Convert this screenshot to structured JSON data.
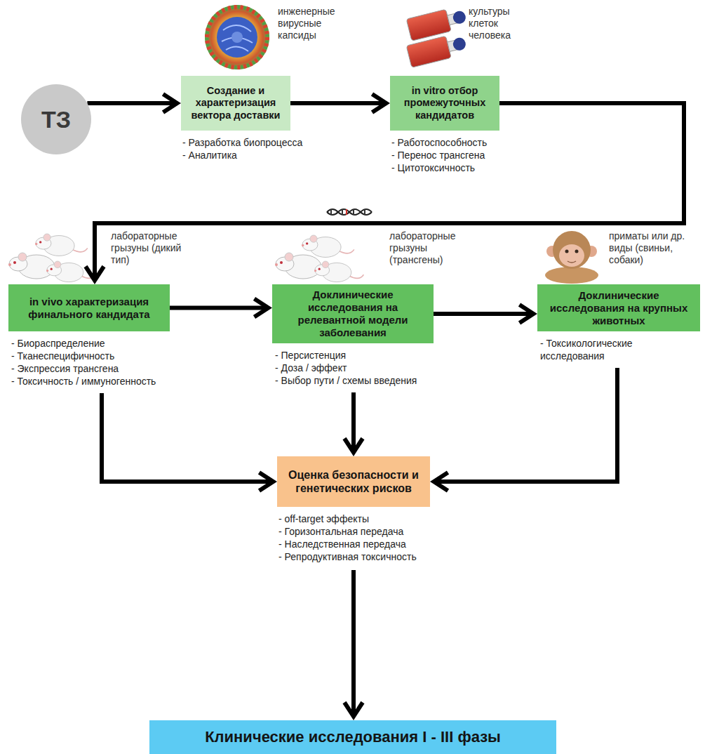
{
  "diagram": {
    "nodes": [
      {
        "text": [
          "ТЗ"
        ]
      },
      {
        "text": [
          "Создание и характеризация вектора доставки",
          "- Разработка биопроцесса",
          "- Аналитика"
        ]
      },
      {
        "text": [
          "in vitro отбор промежуточных кандидатов",
          "- Работоспособность",
          "- Перенос трансгена",
          "- Цитотоксичность"
        ]
      },
      {
        "text": [
          "in vivo характеризация финального кандидата",
          "- Биораспределение",
          "- Тканеспецифичность",
          "- Экспрессия трансгена",
          "- Токсичность / иммуногенность"
        ]
      },
      {
        "text": [
          "Доклинические исследования на релевантной модели заболевания",
          "- Персистенция",
          "- Доза / эффект",
          "- Выбор пути / схемы введения"
        ]
      },
      {
        "text": [
          "Доклинические исследования на крупных животных",
          "- Токсикологические исследования"
        ]
      },
      {
        "text": [
          "Оценка безопасности и генетических рисков",
          "- off-target эффекты",
          "- Горизонтальная передача",
          "- Наследственная передача",
          "- Репродуктивная токсичность"
        ]
      },
      {
        "text": [
          "Клинические исследования I - III фазы"
        ]
      }
    ],
    "edges": [
      {
        "from": 0,
        "to": 1,
        "arrow": "to"
      },
      {
        "from": 1,
        "to": 2,
        "arrow": "to"
      },
      {
        "from": 2,
        "to": 3,
        "arrow": "to"
      },
      {
        "from": 3,
        "to": 4,
        "arrow": "to"
      },
      {
        "from": 4,
        "to": 5,
        "arrow": "to"
      },
      {
        "from": 3,
        "to": 6,
        "arrow": "to"
      },
      {
        "from": 4,
        "to": 6,
        "arrow": "to"
      },
      {
        "from": 5,
        "to": 6,
        "arrow": "to"
      },
      {
        "from": 6,
        "to": 7,
        "arrow": "to"
      }
    ],
    "labels": [
      "инженерные вирусные капсиды",
      "культуры клеток человека",
      "лабораторные грызуны (дикий тип)",
      "лабораторные грызуны (трансгены)",
      "приматы или др. виды (свиньи, собаки)"
    ]
  }
}
